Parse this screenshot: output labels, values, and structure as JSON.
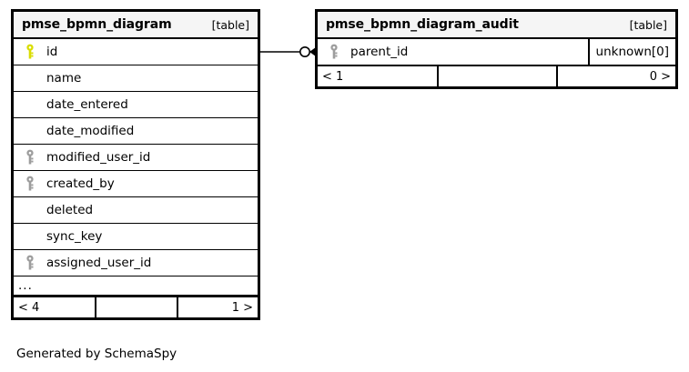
{
  "diagram": {
    "caption": "Generated by SchemaSpy",
    "colors": {
      "primary_key": "#d9dd00",
      "foreign_key": "#9d9d9d",
      "border": "#000000",
      "header_bg": "#f5f5f5",
      "background": "#ffffff"
    }
  },
  "tables": [
    {
      "name": "pmse_bpmn_diagram",
      "tag": "[table]",
      "columns": [
        {
          "key": "primary",
          "name": "id",
          "type": ""
        },
        {
          "key": "none",
          "name": "name",
          "type": ""
        },
        {
          "key": "none",
          "name": "date_entered",
          "type": ""
        },
        {
          "key": "none",
          "name": "date_modified",
          "type": ""
        },
        {
          "key": "foreign",
          "name": "modified_user_id",
          "type": ""
        },
        {
          "key": "foreign",
          "name": "created_by",
          "type": ""
        },
        {
          "key": "none",
          "name": "deleted",
          "type": ""
        },
        {
          "key": "none",
          "name": "sync_key",
          "type": ""
        },
        {
          "key": "foreign",
          "name": "assigned_user_id",
          "type": ""
        }
      ],
      "more_indicator": "...",
      "footer": {
        "left": "< 4",
        "middle": "",
        "right": "1 >"
      }
    },
    {
      "name": "pmse_bpmn_diagram_audit",
      "tag": "[table]",
      "columns": [
        {
          "key": "foreign",
          "name": "parent_id",
          "type": "unknown[0]"
        }
      ],
      "more_indicator": "",
      "footer": {
        "left": "< 1",
        "middle": "",
        "right": "0 >"
      }
    }
  ],
  "relationship": {
    "from_table": "pmse_bpmn_diagram",
    "from_column": "id",
    "to_table": "pmse_bpmn_diagram_audit",
    "to_column": "parent_id",
    "from_cardinality": "zero-or-one",
    "to_cardinality": "many"
  }
}
